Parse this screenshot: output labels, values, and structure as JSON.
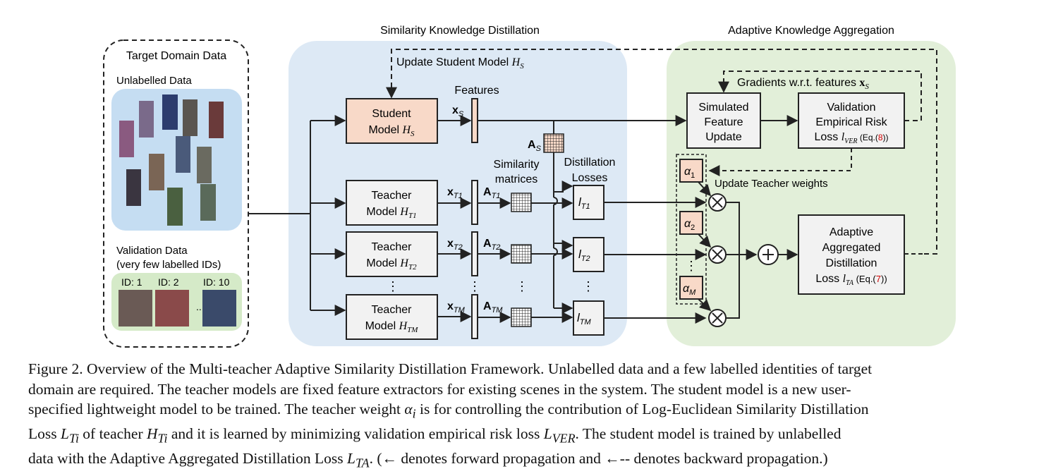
{
  "sections": {
    "target_domain": "Target Domain Data",
    "unlabelled": "Unlabelled Data",
    "validation_line1": "Validation Data",
    "validation_line2": "(very few labelled IDs)",
    "id_1": "ID: 1",
    "id_2": "ID: 2",
    "id_10": "ID: 10",
    "id_dots": "...",
    "skd_title": "Similarity Knowledge Distillation",
    "aka_title": "Adaptive Knowledge Aggregation"
  },
  "labels": {
    "update_student": "Update Student Model",
    "update_student_sym": "H",
    "update_student_sub": "S",
    "features": "Features",
    "similarity_1": "Similarity",
    "similarity_2": "matrices",
    "distill_1": "Distillation",
    "distill_2": "Losses",
    "gradients": "Gradients w.r.t. features",
    "gradients_sym": "x",
    "gradients_sub": "S",
    "update_teacher": "Update Teacher weights"
  },
  "blocks": {
    "student_l1": "Student",
    "student_l2": "Model",
    "student_sym": "H",
    "student_sub": "S",
    "teacher_l1": "Teacher",
    "teacher_l2": "Model",
    "teacher_sym": "H",
    "teacher_sub_1": "T1",
    "teacher_sub_2": "T2",
    "teacher_sub_m": "TM",
    "sim_l1": "Simulated",
    "sim_l2": "Feature",
    "sim_l3": "Update",
    "val_l1": "Validation",
    "val_l2": "Empirical Risk",
    "val_l3": "Loss",
    "val_sym": "l",
    "val_sub": "VER",
    "val_eq": "(Eq.(",
    "val_eq_num": "8",
    "val_eq_end": "))",
    "ada_l1": "Adaptive",
    "ada_l2": "Aggregated",
    "ada_l3": "Distillation",
    "ada_l4": "Loss",
    "ada_sym": "l",
    "ada_sub": "TA",
    "ada_eq": "(Eq.(",
    "ada_eq_num": "7",
    "ada_eq_end": "))"
  },
  "math": {
    "x": "x",
    "A": "A",
    "l": "l",
    "alpha": "α",
    "sub_S": "S",
    "sub_T1": "T1",
    "sub_T2": "T2",
    "sub_TM": "TM",
    "sub_1": "1",
    "sub_2": "2",
    "sub_M": "M",
    "vdots": "⋮",
    "times": "×",
    "plus": "+"
  },
  "caption": {
    "line1": "Figure 2. Overview of the Multi-teacher Adaptive Similarity Distillation Framework. Unlabelled data and a few labelled identities of target",
    "line2": "domain are required. The teacher models are fixed feature extractors for existing scenes in the system. The student model is a new user-",
    "line3_a": "specified lightweight model to be trained. The teacher weight ",
    "line3_m1": "α",
    "line3_m1_sub": "i",
    "line3_b": " is for controlling the contribution of Log-Euclidean Similarity Distillation",
    "line4_a": "Loss ",
    "line4_m1": "L",
    "line4_m1_sub": "Ti",
    "line4_b": " of teacher ",
    "line4_m2": "H",
    "line4_m2_sub": "Ti",
    "line4_c": " and it is learned by minimizing validation empirical risk loss ",
    "line4_m3": "L",
    "line4_m3_sub": "VER",
    "line4_d": ". The student model is trained by unlabelled",
    "line5_a": "data with the Adaptive Aggregated Distillation Loss ",
    "line5_m1": "L",
    "line5_m1_sub": "TA",
    "line5_b": ". (← denotes forward propagation and ←-- denotes backward propagation.)"
  },
  "colors": {
    "skd_bg": "#dde9f5",
    "aka_bg": "#e2efd9",
    "student_fill": "#f8d9c8",
    "teacher_fill": "#f2f2f2",
    "alpha_fill": "#f8d9c8",
    "data_bg": "#c5ddf2",
    "val_bg": "#d5eac8",
    "eq_red": "#d00000"
  }
}
